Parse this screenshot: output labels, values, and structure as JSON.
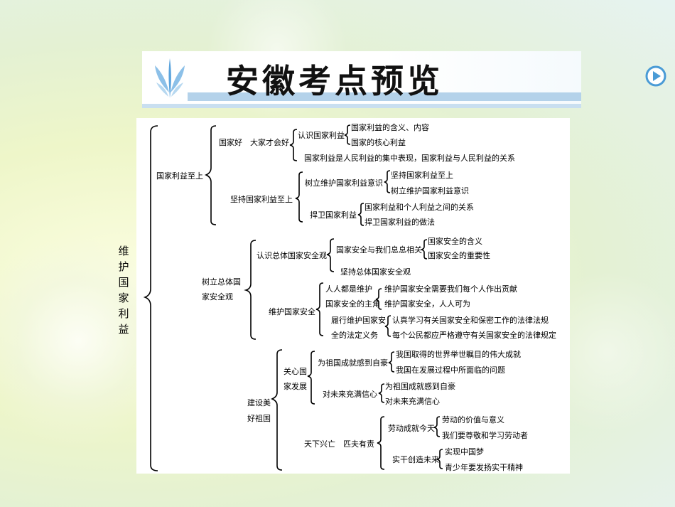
{
  "slide_title": "安徽考点预览",
  "icons": {
    "banner_left": "leaf-icon",
    "banner_right": "play-icon"
  },
  "colors": {
    "banner_strip": "#b4d2ea",
    "icon": "#4a9bd6"
  },
  "diagram": {
    "root": "维护国家利益",
    "b1": {
      "label": "国家利益至上",
      "s1": {
        "label": "国家好　大家才会好",
        "c1": {
          "label": "认识国家利益",
          "l1": "国家利益的含义、内容",
          "l2": "国家的核心利益"
        },
        "c2": "国家利益是人民利益的集中表现，国家利益与人民利益的关系"
      },
      "s2": {
        "label": "坚持国家利益至上",
        "c1": {
          "label": "树立维护国家利益意识",
          "l1": "坚持国家利益至上",
          "l2": "树立维护国家利益意识"
        },
        "c2": {
          "label": "捍卫国家利益",
          "l1": "国家利益和个人利益之间的关系",
          "l2": "捍卫国家利益的做法"
        }
      }
    },
    "b2": {
      "label_1": "树立总体国",
      "label_2": "家安全观",
      "s1": {
        "label": "认识总体国家安全观",
        "c1": {
          "label": "国家安全与我们息息相关",
          "l1": "国家安全的含义",
          "l2": "国家安全的重要性"
        },
        "c2": "坚持总体国家安全观"
      },
      "s2": {
        "label": "维护国家安全",
        "c1": {
          "label_1": "人人都是维护",
          "label_2": "国家安全的主角",
          "l1": "维护国家安全需要我们每个人作出贡献",
          "l2": "维护国家安全，人人可为"
        },
        "c2": {
          "label_1": "履行维护国家安",
          "label_2": "全的法定义务",
          "l1": "认真学习有关国家安全和保密工作的法律法规",
          "l2": "每个公民都应严格遵守有关国家安全的法律规定"
        }
      }
    },
    "b3": {
      "label_1": "建设美",
      "label_2": "好祖国",
      "s1": {
        "label_1": "关心国",
        "label_2": "家发展",
        "c1": {
          "label": "为祖国成就感到自豪",
          "l1": "我国取得的世界举世瞩目的伟大成就",
          "l2": "我国在发展过程中所面临的问题"
        },
        "c2": {
          "label": "对未来充满信心",
          "l1": "为祖国成就感到自豪",
          "l2": "对未来充满信心"
        }
      },
      "s2": {
        "label": "天下兴亡　匹夫有责",
        "c1": {
          "label": "劳动成就今天",
          "l1": "劳动的价值与意义",
          "l2": "我们要尊敬和学习劳动者"
        },
        "c2": {
          "label": "实干创造未来",
          "l1": "实现中国梦",
          "l2": "青少年要发扬实干精神"
        }
      }
    }
  }
}
